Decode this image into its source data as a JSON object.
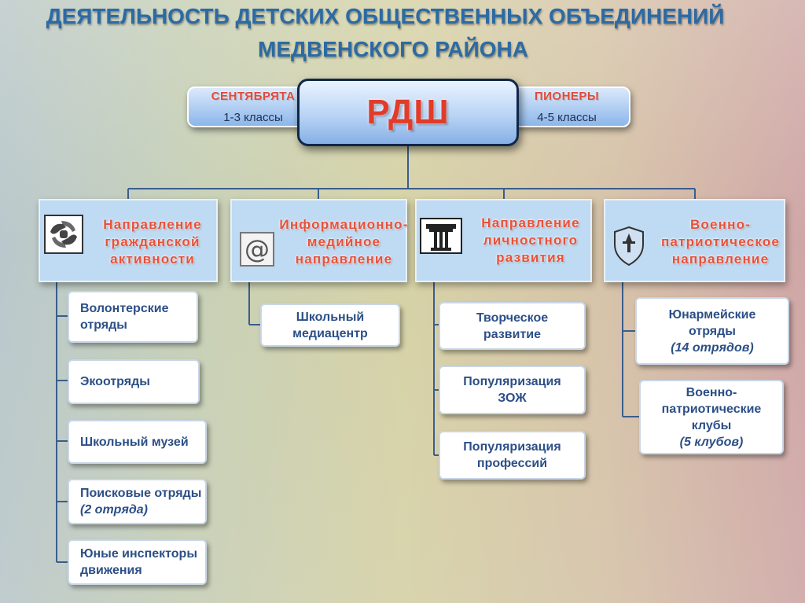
{
  "title": {
    "line1": "ДЕЯТЕЛЬНОСТЬ ДЕТСКИХ ОБЩЕСТВЕННЫХ ОБЪЕДИНЕНИЙ",
    "line2": "МЕДВЕНСКОГО РАЙОНА"
  },
  "colors": {
    "title": "#2c6aa4",
    "accent_red": "#e04a3a",
    "box_text": "#2c4f86",
    "direction_fill": "#bfdaf3",
    "connector": "#3a5d8c"
  },
  "top": {
    "left": {
      "title": "СЕНТЯБРЯТА",
      "sub": "1-3 классы"
    },
    "center": {
      "title": "РДШ"
    },
    "right": {
      "title": "ПИОНЕРЫ",
      "sub": "4-5 классы"
    }
  },
  "directions": [
    {
      "icon": "handshake-icon",
      "lines": [
        "Направление",
        "гражданской",
        "активности"
      ],
      "items": [
        {
          "lines": [
            "Волонтерские",
            "отряды"
          ],
          "note": ""
        },
        {
          "lines": [
            "Экоотряды"
          ],
          "note": ""
        },
        {
          "lines": [
            "Школьный музей"
          ],
          "note": ""
        },
        {
          "lines": [
            "Поисковые отряды"
          ],
          "note": "(2 отряда)"
        },
        {
          "lines": [
            "Юные инспекторы",
            "движения"
          ],
          "note": ""
        }
      ]
    },
    {
      "icon": "at-sign-icon",
      "lines": [
        "Информационно-",
        "медийное",
        "направление"
      ],
      "items": [
        {
          "lines": [
            "Школьный",
            "медиацентр"
          ],
          "note": ""
        }
      ]
    },
    {
      "icon": "column-icon",
      "lines": [
        "Направление",
        "личностного",
        "развития"
      ],
      "items": [
        {
          "lines": [
            "Творческое",
            "развитие"
          ],
          "note": ""
        },
        {
          "lines": [
            "Популяризация",
            "ЗОЖ"
          ],
          "note": ""
        },
        {
          "lines": [
            "Популяризация",
            "профессий"
          ],
          "note": ""
        }
      ]
    },
    {
      "icon": "shield-icon",
      "lines": [
        "Военно-",
        "патриотическое",
        "направление"
      ],
      "items": [
        {
          "lines": [
            "Юнармейские",
            "отряды"
          ],
          "note": "(14 отрядов)"
        },
        {
          "lines": [
            "Военно-",
            "патриотические",
            "клубы"
          ],
          "note": "(5 клубов)"
        }
      ]
    }
  ]
}
